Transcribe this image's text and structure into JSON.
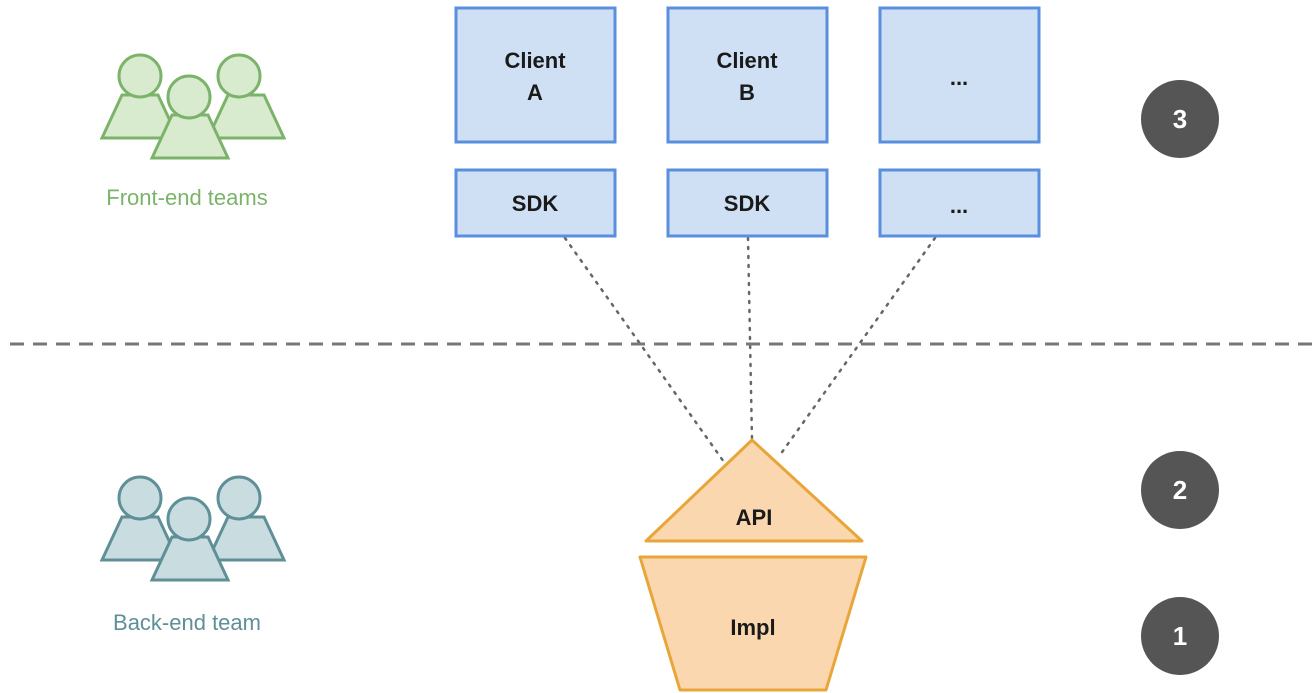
{
  "colors": {
    "client_fill": "#cfe0f5",
    "client_stroke": "#5a8fde",
    "api_fill": "#fbd7b0",
    "api_stroke": "#e8a63a",
    "front_team": "#7cb36b",
    "front_team_fill": "#d9ebcf",
    "back_team": "#5f8f97",
    "back_team_fill": "#c9dde0",
    "badge": "#555555",
    "divider": "#777777"
  },
  "teams": {
    "front": {
      "label": "Front-end teams"
    },
    "back": {
      "label": "Back-end team"
    }
  },
  "clients": [
    {
      "line1": "Client",
      "line2": "A",
      "sdk": "SDK"
    },
    {
      "line1": "Client",
      "line2": "B",
      "sdk": "SDK"
    },
    {
      "line1": "...",
      "line2": "",
      "sdk": "..."
    }
  ],
  "api": {
    "label": "API"
  },
  "impl": {
    "label": "Impl"
  },
  "steps": [
    "3",
    "2",
    "1"
  ]
}
